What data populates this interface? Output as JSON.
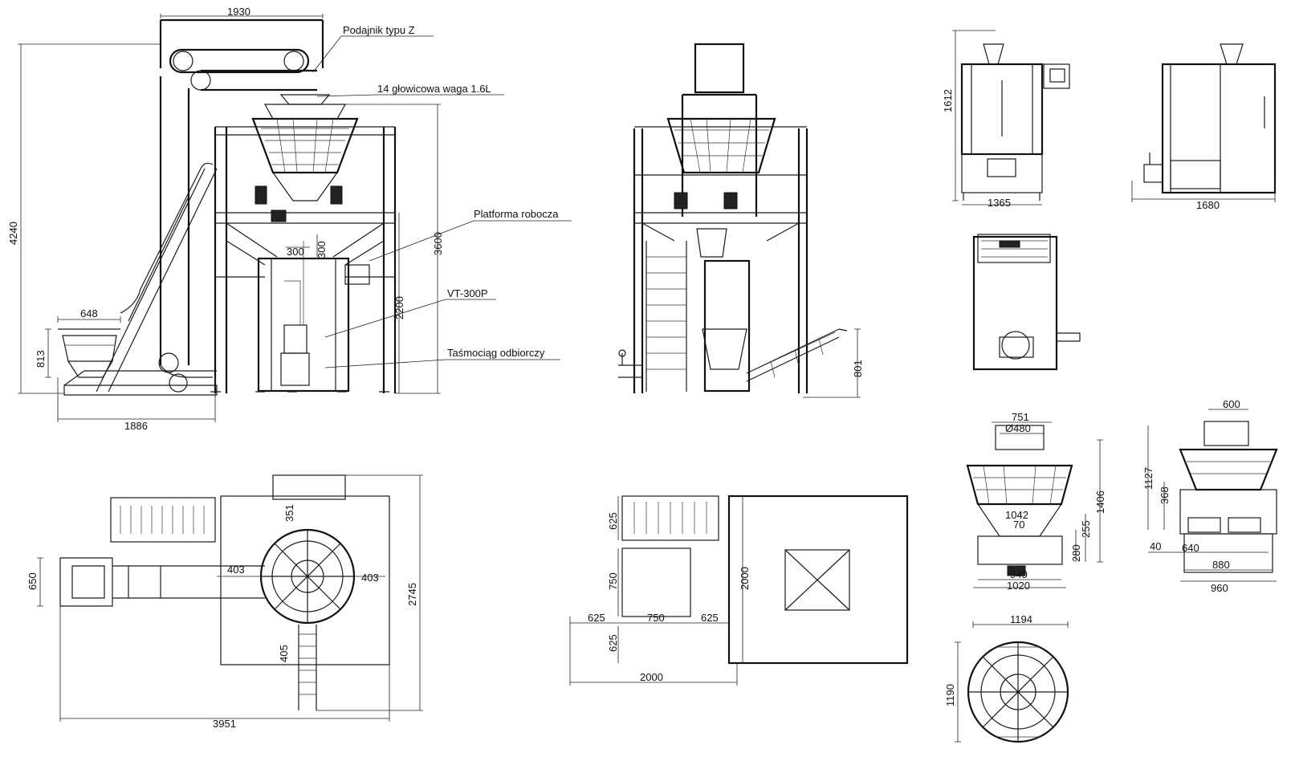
{
  "labels": {
    "conveyor_z": "Podajnik typu Z",
    "weigher": "14 głowicowa waga 1.6L",
    "platform": "Platforma robocza",
    "packer": "VT-300P",
    "takeoff_conveyor": "Taśmociąg odbiorczy"
  },
  "dimensions": {
    "main_width_top": "1930",
    "main_height": "4240",
    "hopper_width": "648",
    "hopper_height": "813",
    "base_length": "1886",
    "frame_height": "3600",
    "platform_height": "2200",
    "chute_a": "300",
    "chute_b": "300",
    "side_conveyor_height": "801",
    "packer_front_height": "1612",
    "packer_front_width": "1365",
    "packer_side_width": "1680",
    "plan_width_a": "650",
    "plan_depth": "2745",
    "plan_length": "3951",
    "plan_offset_left": "403",
    "plan_offset_right": "403",
    "plan_top": "351",
    "plan_stair": "405",
    "platform_plan_625_top": "625",
    "platform_plan_750": "750",
    "platform_plan_2000_v": "2000",
    "platform_plan_625_l": "625",
    "platform_plan_750_h": "750",
    "platform_plan_625_r": "625",
    "platform_plan_625_bot": "625",
    "platform_plan_2000_h": "2000",
    "weigher_top": "751",
    "weigher_diam": "Ø480",
    "weigher_height": "1406",
    "weigher_1042": "1042",
    "weigher_70": "70",
    "weigher_255": "255",
    "weigher_280": "280",
    "weigher_940": "940",
    "weigher_1020": "1020",
    "weigher_side_top": "600",
    "weigher_side_height": "1127",
    "weigher_side_368": "368",
    "weigher_side_40": "40",
    "weigher_side_640": "640",
    "weigher_side_880": "880",
    "weigher_side_960": "960",
    "weigher_plan_w": "1194",
    "weigher_plan_h": "1190"
  }
}
